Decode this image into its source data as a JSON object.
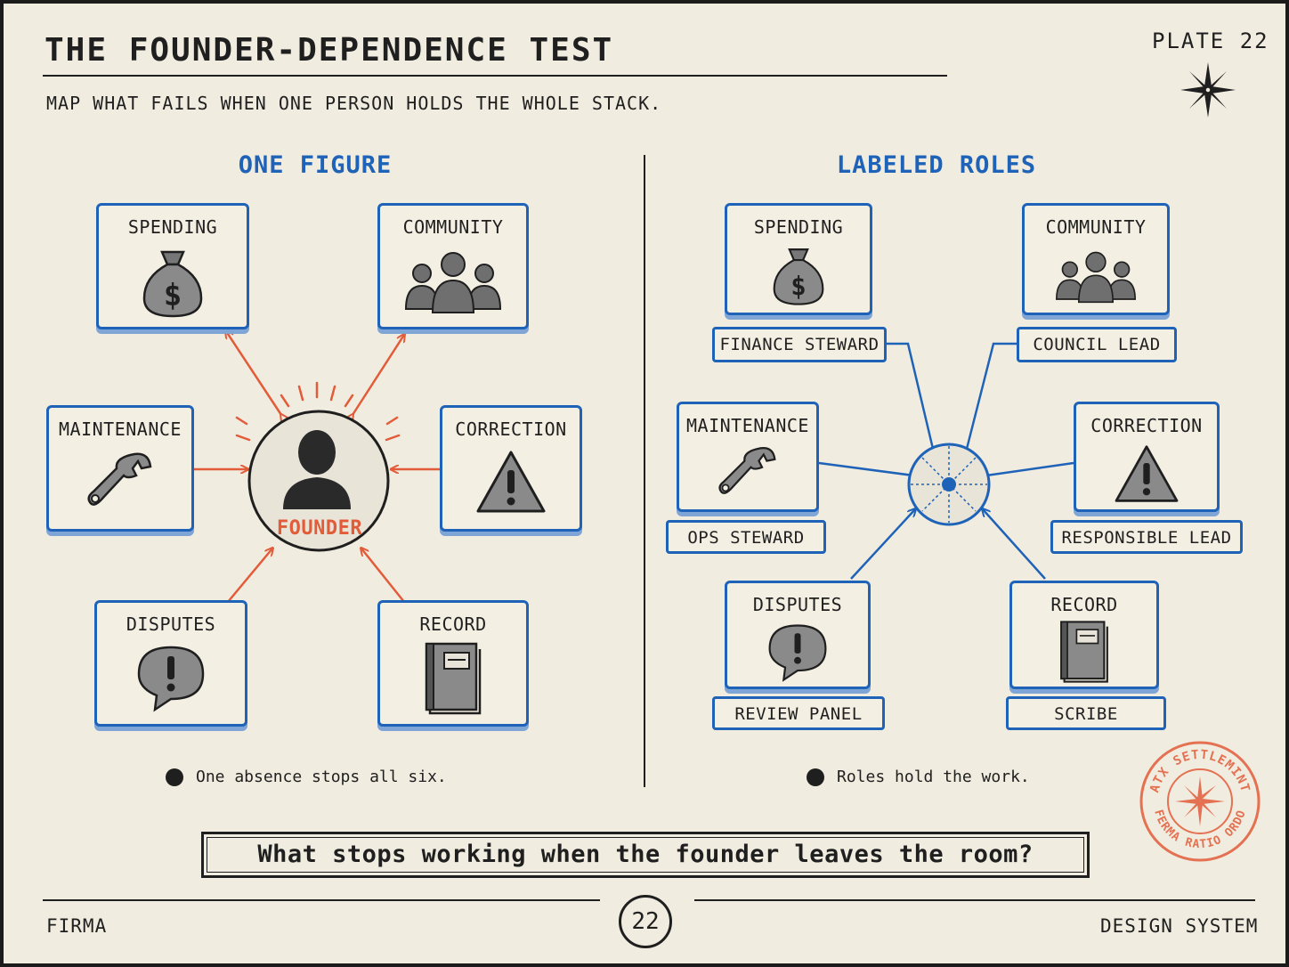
{
  "header": {
    "title": "THE FOUNDER-DEPENDENCE TEST",
    "subtitle": "MAP WHAT FAILS WHEN ONE PERSON HOLDS THE WHOLE STACK.",
    "plate": "PLATE 22",
    "compass_icon": "compass-star-icon"
  },
  "left_panel": {
    "heading": "ONE FIGURE",
    "center_label": "FOUNDER",
    "center_icon": "person-icon",
    "cards": [
      {
        "label": "SPENDING",
        "icon": "money-bag-icon"
      },
      {
        "label": "COMMUNITY",
        "icon": "people-group-icon"
      },
      {
        "label": "MAINTENANCE",
        "icon": "wrench-icon"
      },
      {
        "label": "CORRECTION",
        "icon": "warning-triangle-icon"
      },
      {
        "label": "DISPUTES",
        "icon": "speech-exclamation-icon"
      },
      {
        "label": "RECORD",
        "icon": "book-icon"
      }
    ],
    "note": "One absence stops all six."
  },
  "right_panel": {
    "heading": "LABELED ROLES",
    "center_icon": "hub-wheel-icon",
    "cards": [
      {
        "label": "SPENDING",
        "role": "FINANCE STEWARD",
        "icon": "money-bag-icon"
      },
      {
        "label": "COMMUNITY",
        "role": "COUNCIL LEAD",
        "icon": "people-group-icon"
      },
      {
        "label": "MAINTENANCE",
        "role": "OPS STEWARD",
        "icon": "wrench-icon"
      },
      {
        "label": "CORRECTION",
        "role": "RESPONSIBLE LEAD",
        "icon": "warning-triangle-icon"
      },
      {
        "label": "DISPUTES",
        "role": "REVIEW PANEL",
        "icon": "speech-exclamation-icon"
      },
      {
        "label": "RECORD",
        "role": "SCRIBE",
        "icon": "book-icon"
      }
    ],
    "note": "Roles hold the work."
  },
  "question": "What stops working when the founder leaves the room?",
  "footer": {
    "left": "FIRMA",
    "page": "22",
    "right": "DESIGN SYSTEM"
  },
  "stamp": {
    "top_text": "ATX SETTLEMINT",
    "bottom_text": "FERMA RATIO ORDO"
  },
  "colors": {
    "paper": "#f1ece0",
    "ink": "#1f1f1f",
    "blue": "#1e63b8",
    "orange": "#e25c3a"
  }
}
